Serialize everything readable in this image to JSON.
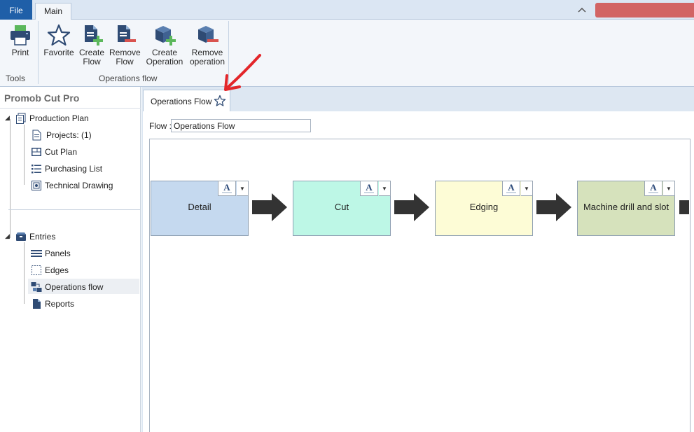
{
  "top_bar": {
    "file_tab": "File",
    "main_tab": "Main",
    "collapse_icon": "chevron-up-icon"
  },
  "ribbon": {
    "buttons": [
      {
        "label": "Print",
        "icon": "printer-icon"
      },
      {
        "label": "Favorite",
        "icon": "star-icon"
      },
      {
        "label": "Create\nFlow",
        "icon": "create-flow-icon"
      },
      {
        "label": "Remove\nFlow",
        "icon": "remove-flow-icon"
      },
      {
        "label": "Create\nOperation",
        "icon": "create-operation-icon"
      },
      {
        "label": "Remove\noperation",
        "icon": "remove-operation-icon"
      }
    ],
    "groups": [
      {
        "label": "Tools"
      },
      {
        "label": "Operations flow"
      }
    ]
  },
  "left_panel": {
    "title": "Promob Cut Pro",
    "tree": [
      {
        "label": "Production Plan",
        "icon": "production-plan-icon"
      },
      {
        "label": "Projects: (1)",
        "icon": "document-icon"
      },
      {
        "label": "Cut Plan",
        "icon": "cut-plan-icon"
      },
      {
        "label": "Purchasing List",
        "icon": "list-icon"
      },
      {
        "label": "Technical Drawing",
        "icon": "technical-drawing-icon"
      },
      {
        "label": "Entries",
        "icon": "entries-icon"
      },
      {
        "label": "Panels",
        "icon": "panels-icon"
      },
      {
        "label": "Edges",
        "icon": "edges-icon"
      },
      {
        "label": "Operations flow",
        "icon": "operations-flow-icon",
        "selected": true
      },
      {
        "label": "Reports",
        "icon": "reports-icon"
      }
    ]
  },
  "document": {
    "tab_label": "Operations Flow",
    "tab_icon": "star-outline-icon",
    "flow_label": "Flow :",
    "flow_value": "Operations Flow",
    "operations": [
      {
        "label": "Detail",
        "color": "#c5d9ef"
      },
      {
        "label": "Cut",
        "color": "#bdf7e6"
      },
      {
        "label": "Edging",
        "color": "#fdfcd6"
      },
      {
        "label": "Machine drill and slot",
        "color": "#d6e2bc"
      }
    ],
    "font_button_glyph": "A",
    "dropdown_glyph": "▼"
  },
  "colors": {
    "file_tab": "#1f5fa8",
    "red_bar": "#d26464",
    "annotation_arrow": "#e3262a",
    "flow_arrow": "#333333"
  }
}
